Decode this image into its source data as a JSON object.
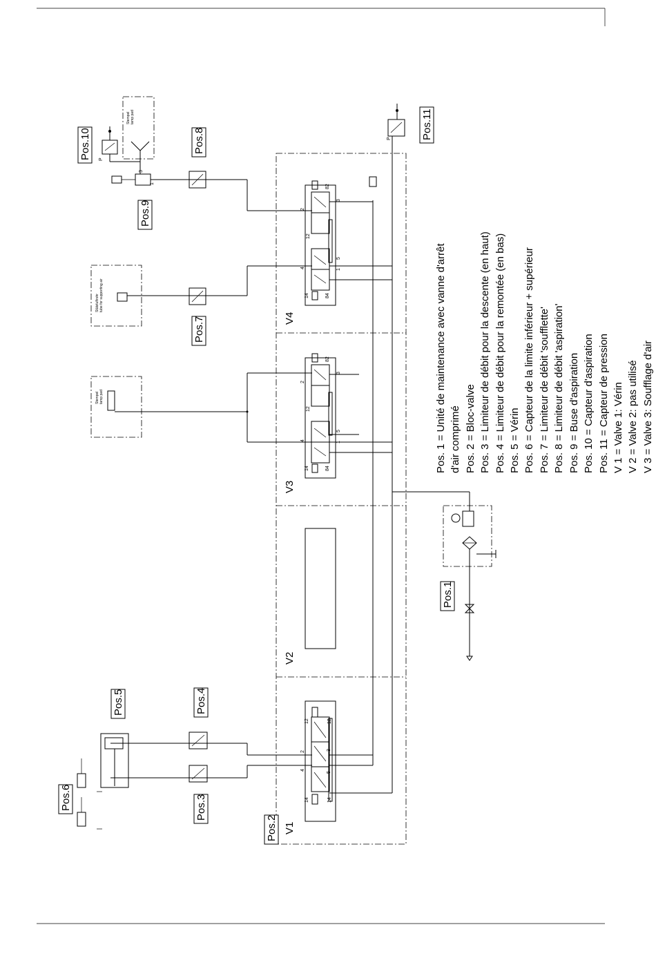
{
  "positions": {
    "pos1": "Pos.1",
    "pos2": "Pos.2",
    "pos3": "Pos.3",
    "pos4": "Pos.4",
    "pos5": "Pos.5",
    "pos6": "Pos.6",
    "pos7": "Pos.7",
    "pos8": "Pos.8",
    "pos9": "Pos.9",
    "pos10": "Pos.10",
    "pos11": "Pos.11"
  },
  "valves": {
    "v1": "V1",
    "v2": "V2",
    "v3": "V3",
    "v4": "V4"
  },
  "boxes": {
    "stempel1": "Stempel",
    "tamp1": "tamp pad",
    "stempel2": "Stempel",
    "tamp2": "tamp pad",
    "support1": "Stützluftrohr",
    "support2": "tube for supporting air"
  },
  "ports": {
    "p": "P",
    "n1": "1",
    "n2": "2",
    "n3": "3",
    "n4": "4",
    "n5": "5",
    "n12": "12",
    "n14": "14",
    "n82": "82",
    "n84": "84"
  },
  "legend": [
    "Pos.   1 = Unité de maintenance avec vanne d'arrêt",
    "d'air comprimé",
    "Pos.   2 = Bloc-valve",
    "Pos.   3 = Limiteur de débit pour la descente (en haut)",
    "Pos.   4 = Limiteur de débit pour la remontée (en bas)",
    "Pos.   5 = Vérin",
    "Pos.   6 = Capteur de la limite inférieur + supérieur",
    "Pos.   7 = Limiteur de débit 'soufflette'",
    "Pos.   8 = Limiteur de débit 'aspiration'",
    "Pos.   9 = Buse d'aspiration",
    "Pos. 10 = Capteur d'aspiration",
    "Pos. 11 = Capteur de pression",
    "V 1 = Valve 1: Vérin",
    "V 2 = Valve 2: pas utilisé",
    "V 3 = Valve 3: Soufflage d'air"
  ]
}
